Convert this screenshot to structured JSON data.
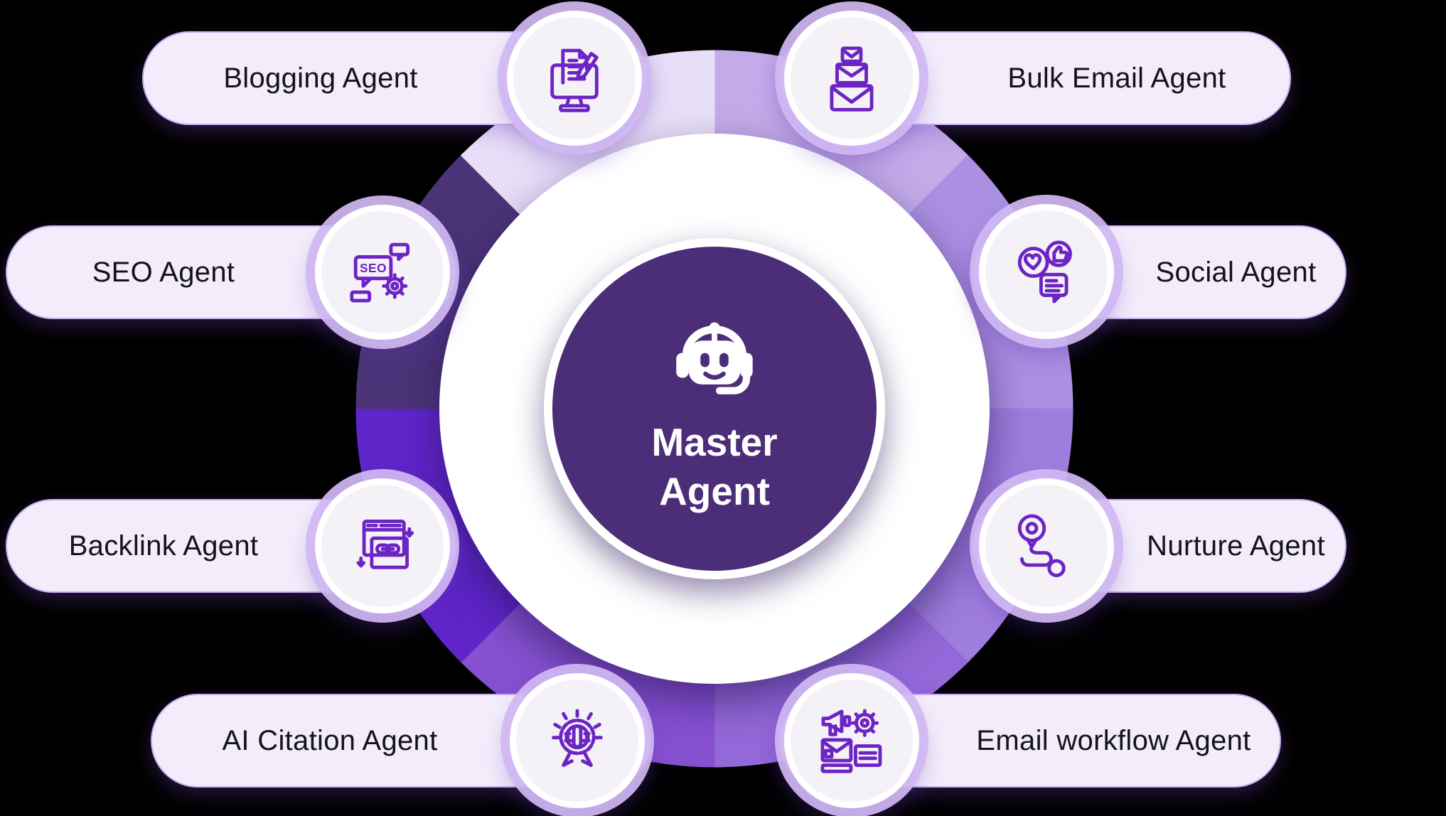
{
  "center": {
    "label": "Master Agent",
    "icon": "robot-headset-icon",
    "circle_color": "#4b2d78",
    "text_color": "#ffffff"
  },
  "agents": [
    {
      "label": "Blogging Agent",
      "icon": "blogging-icon",
      "position": "top-left",
      "ring_color": "#e7def7"
    },
    {
      "label": "Bulk Email Agent",
      "icon": "bulk-email-icon",
      "position": "top-right",
      "ring_color": "#c3aae9"
    },
    {
      "label": "SEO Agent",
      "icon": "seo-icon",
      "position": "upper-left",
      "ring_color": "#4a3477"
    },
    {
      "label": "Social Agent",
      "icon": "social-icon",
      "position": "upper-right",
      "ring_color": "#ab8fe2"
    },
    {
      "label": "Backlink Agent",
      "icon": "backlink-icon",
      "position": "lower-left",
      "ring_color": "#5f25c9"
    },
    {
      "label": "Nurture Agent",
      "icon": "nurture-icon",
      "position": "lower-right",
      "ring_color": "#9f7dde"
    },
    {
      "label": "AI Citation Agent",
      "icon": "ai-citation-icon",
      "position": "bottom-left",
      "ring_color": "#8651d1"
    },
    {
      "label": "Email workflow Agent",
      "icon": "email-workflow-icon",
      "position": "bottom-right",
      "ring_color": "#9368d8"
    }
  ],
  "ring": {
    "segments_clockwise_from_top": [
      {
        "agent": "Bulk Email Agent",
        "color": "#c3aae9"
      },
      {
        "agent": "Social Agent",
        "color": "#ab8fe2"
      },
      {
        "agent": "Nurture Agent",
        "color": "#9f7dde"
      },
      {
        "agent": "Email workflow Agent",
        "color": "#9368d8"
      },
      {
        "agent": "AI Citation Agent",
        "color": "#8651d1"
      },
      {
        "agent": "Backlink Agent",
        "color": "#5f25c9"
      },
      {
        "agent": "SEO Agent",
        "color": "#4a3477"
      },
      {
        "agent": "Blogging Agent",
        "color": "#e7def7"
      }
    ]
  },
  "colors": {
    "background": "#000000",
    "pill_bg": "#f3edfb",
    "pill_border": "#c7abef",
    "pill_text": "#14121c",
    "icon_stroke": "#6c24c4",
    "badge_bg": "#f4f2f6",
    "badge_halo": "#d0b9f3",
    "white_disc": "#ffffff"
  }
}
